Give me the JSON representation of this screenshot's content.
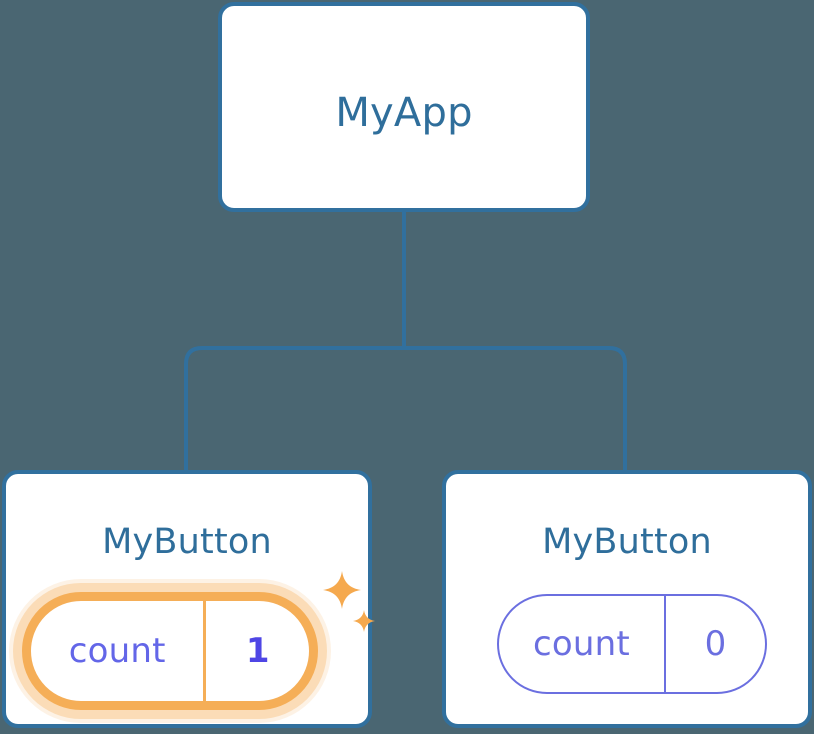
{
  "diagram": {
    "title": "MyApp",
    "background_color": "#4a6672",
    "edge_color": "#31709e",
    "node_border_color": "#31709e",
    "node_label_color": "#2f6e9b",
    "accent_highlight_color": "#f5ae57",
    "accent_glow_color": "#f8c687",
    "prop_color": "#6b6fe0",
    "prop_highlight_color": "#4f46e5"
  },
  "root": {
    "label": "MyApp"
  },
  "children": [
    {
      "label": "MyButton",
      "prop_key": "count",
      "prop_value": "1",
      "highlighted": true,
      "sparkle_large": "sparkle-icon",
      "sparkle_small": "sparkle-icon"
    },
    {
      "label": "MyButton",
      "prop_key": "count",
      "prop_value": "0",
      "highlighted": false
    }
  ]
}
